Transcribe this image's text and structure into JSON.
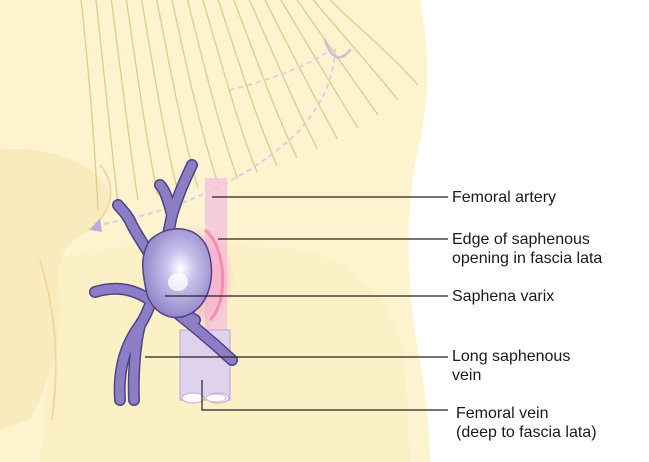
{
  "colors": {
    "skin": "#fdf3cf",
    "skin_shade": "#f6e7b6",
    "muscle_lines": "#e6cc8c",
    "vein": "#8c7ec4",
    "vein_outline": "#4e4488",
    "artery": "#f4c6dc",
    "femoral_vein": "#e0d2ec",
    "opening_edge": "#f07aa6",
    "leader": "#222222"
  },
  "labels": {
    "femoral_artery": "Femoral artery",
    "saphenous_opening_line1": "Edge of saphenous",
    "saphenous_opening_line2": "opening in fascia lata",
    "saphena_varix": "Saphena varix",
    "long_saphenous_line1": "Long saphenous",
    "long_saphenous_line2": "vein",
    "femoral_vein_line1": "Femoral vein",
    "femoral_vein_line2": "(deep to fascia lata)"
  }
}
